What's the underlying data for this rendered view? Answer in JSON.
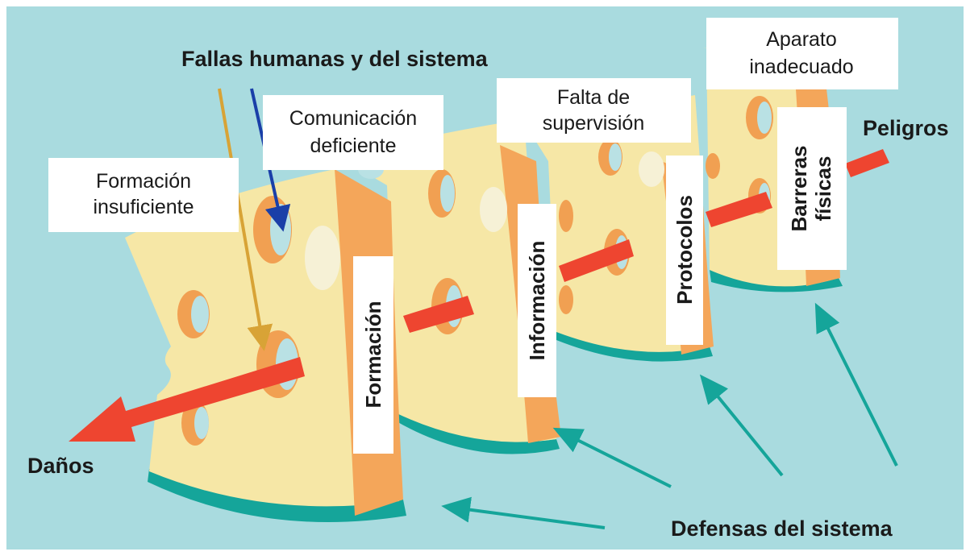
{
  "diagram": {
    "title": "Fallas humanas y del sistema",
    "hazards_label": "Peligros",
    "damage_label": "Daños",
    "defenses_label": "Defensas del sistema",
    "layers": [
      {
        "front_label": "Formación",
        "top_label_lines": [
          "Formación",
          "insuficiente"
        ]
      },
      {
        "front_label": "Información",
        "top_label_lines": [
          "Comunicación",
          "deficiente"
        ]
      },
      {
        "front_label": "Protocolos",
        "top_label_lines": [
          "Falta de",
          "supervisión"
        ]
      },
      {
        "front_label_lines": [
          "Barreras",
          "físicas"
        ],
        "top_label_lines": [
          "Aparato",
          "inadecuado"
        ]
      }
    ]
  },
  "colors": {
    "background": "#a9dbdf",
    "cheese_face": "#f6e7a6",
    "cheese_side": "#f4a65a",
    "hole_inner": "#f1a052",
    "hole_light": "#b9e1e4",
    "teal": "#15a59a",
    "arrow_red": "#ee4530",
    "arrow_gold": "#d8a336",
    "arrow_blue": "#1a3fa8"
  },
  "icons": {
    "hazard_arrow": "red-arrow-icon",
    "pointer_arrows": "teal-arrow-icon"
  }
}
